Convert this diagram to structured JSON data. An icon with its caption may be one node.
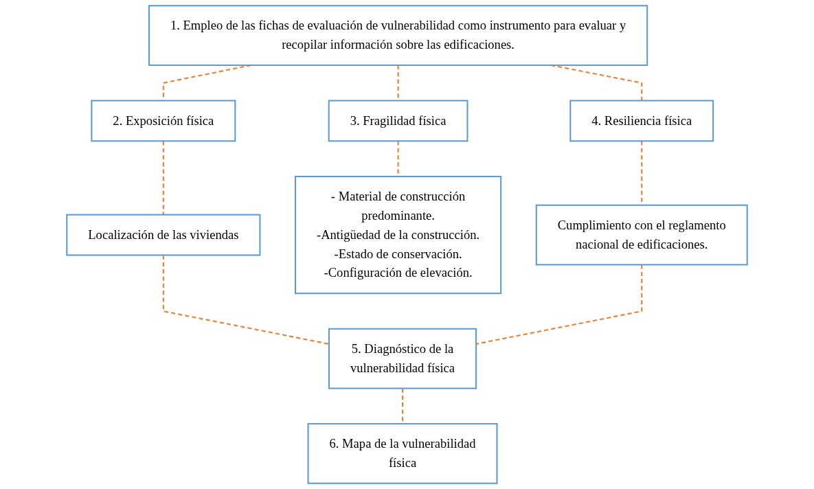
{
  "diagram": {
    "nodes": [
      {
        "text": [
          "1. Empleo de las fichas de evaluación de vulnerabilidad como instrumento para evaluar y recopilar información sobre las edificaciones."
        ]
      },
      {
        "text": [
          "2. Exposición física"
        ]
      },
      {
        "text": [
          "3. Fragilidad física"
        ]
      },
      {
        "text": [
          "4. Resiliencia física"
        ]
      },
      {
        "text": [
          "Localización de las viviendas"
        ]
      },
      {
        "text": [
          "- Material de construcción predominante.",
          "-Antigüedad de la construcción.",
          "-Estado de conservación.",
          "-Configuración de elevación."
        ]
      },
      {
        "text": [
          "Cumplimiento con el reglamento nacional de edificaciones."
        ]
      },
      {
        "text": [
          "5. Diagnóstico de la vulnerabilidad física"
        ]
      },
      {
        "text": [
          "6. Mapa de la vulnerabilidad física"
        ]
      }
    ],
    "edges": [
      {
        "from": 0,
        "to": 1,
        "arrow": "none",
        "style": "dashed",
        "color": "#ed7d31"
      },
      {
        "from": 0,
        "to": 2,
        "arrow": "none",
        "style": "dashed",
        "color": "#ed7d31"
      },
      {
        "from": 0,
        "to": 3,
        "arrow": "none",
        "style": "dashed",
        "color": "#ed7d31"
      },
      {
        "from": 1,
        "to": 4,
        "arrow": "none",
        "style": "dashed",
        "color": "#ed7d31"
      },
      {
        "from": 2,
        "to": 5,
        "arrow": "none",
        "style": "dashed",
        "color": "#ed7d31"
      },
      {
        "from": 3,
        "to": 6,
        "arrow": "none",
        "style": "dashed",
        "color": "#ed7d31"
      },
      {
        "from": 4,
        "to": 7,
        "arrow": "none",
        "style": "dashed",
        "color": "#ed7d31"
      },
      {
        "from": 6,
        "to": 7,
        "arrow": "none",
        "style": "dashed",
        "color": "#ed7d31"
      },
      {
        "from": 7,
        "to": 8,
        "arrow": "none",
        "style": "dashed",
        "color": "#ed7d31"
      }
    ]
  }
}
